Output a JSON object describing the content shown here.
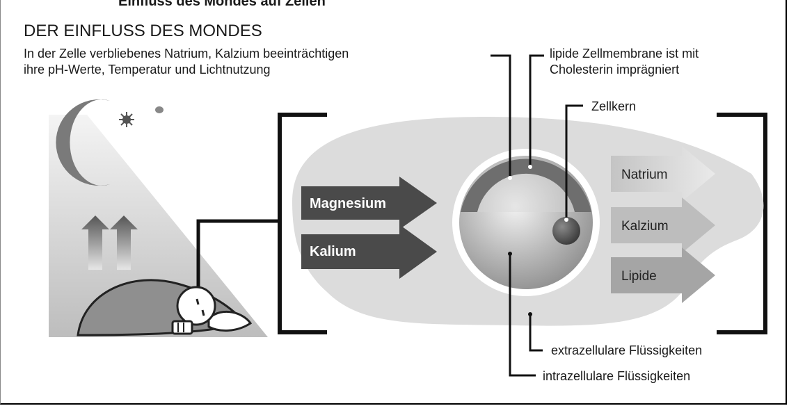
{
  "header_partial": "Einfluss des Mondes auf Zellen",
  "title": "DER EINFLUSS DES MONDES",
  "label_top_left": {
    "line1": "In der Zelle verbliebenes Natrium, Kalzium beeinträchtigen",
    "line2": "ihre pH-Werte, Temperatur und Lichtnutzung"
  },
  "label_top_right": {
    "line1": "lipide Zellmembrane ist mit",
    "line2": "Cholesterin imprägniert"
  },
  "label_nucleus": "Zellkern",
  "inflow": [
    "Magnesium",
    "Kalium"
  ],
  "outflow": [
    "Natrium",
    "Kalzium",
    "Lipide"
  ],
  "label_extracellular": "extrazellulare Flüssigkeiten",
  "label_intracellular": "intrazellulare Flüssigkeiten",
  "colors": {
    "dark_arrow": "#4a4a4a",
    "light_arrow": "#d6d6d6",
    "membrane": "#6e6e6e",
    "nucleus": "#555555",
    "cell_body": "#a9a9a9",
    "background_blob": "#dcdcdc"
  },
  "icons": [
    "moon-icon",
    "star-icon",
    "up-arrow-icon",
    "sleeping-person-icon"
  ]
}
